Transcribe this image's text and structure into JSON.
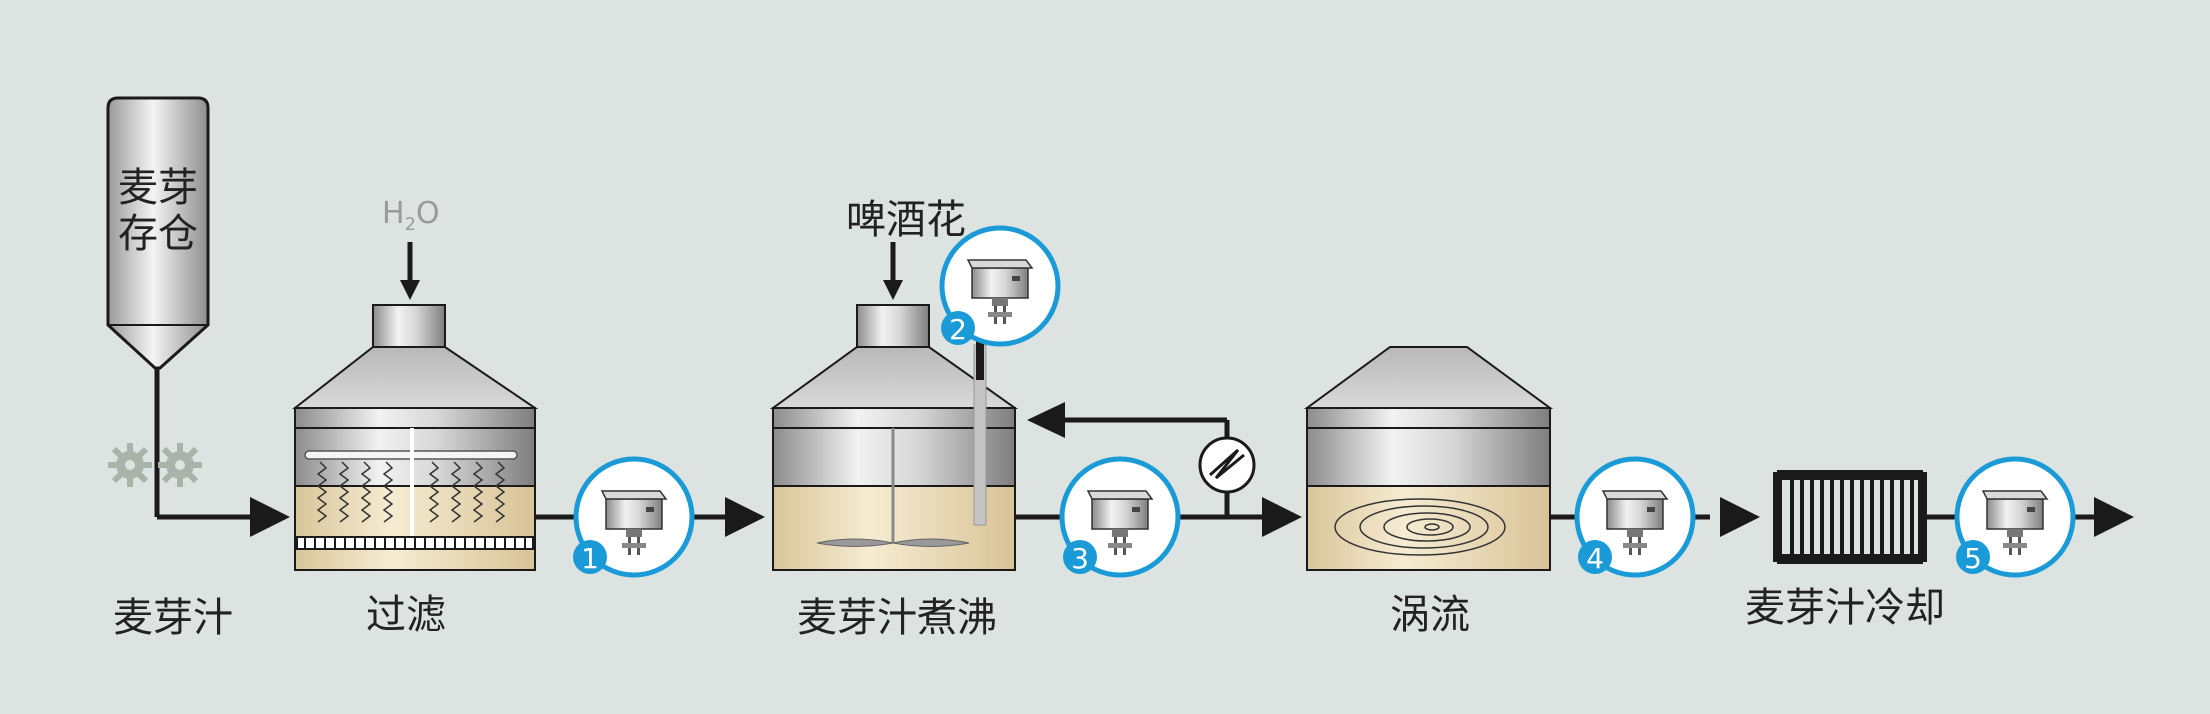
{
  "labels": {
    "silo_line1": "麦芽",
    "silo_line2": "存仓",
    "water_h": "H",
    "water_sub": "2",
    "water_o": "O",
    "hops": "啤酒花",
    "wort": "麦芽汁",
    "filtration": "过滤",
    "boiling": "麦芽汁煮沸",
    "whirlpool": "涡流",
    "cooling": "麦芽汁冷却"
  },
  "sensors": [
    {
      "number": "1"
    },
    {
      "number": "2"
    },
    {
      "number": "3"
    },
    {
      "number": "4"
    },
    {
      "number": "5"
    }
  ],
  "colors": {
    "background": "#dce3e1",
    "liquid": "#ecdcb2",
    "steel_light": "#e8e8e8",
    "steel_dark": "#8a8a8a",
    "badge": "#1a9bd7",
    "pipe": "#1a1a1a",
    "gear": "#a9b4a9"
  }
}
